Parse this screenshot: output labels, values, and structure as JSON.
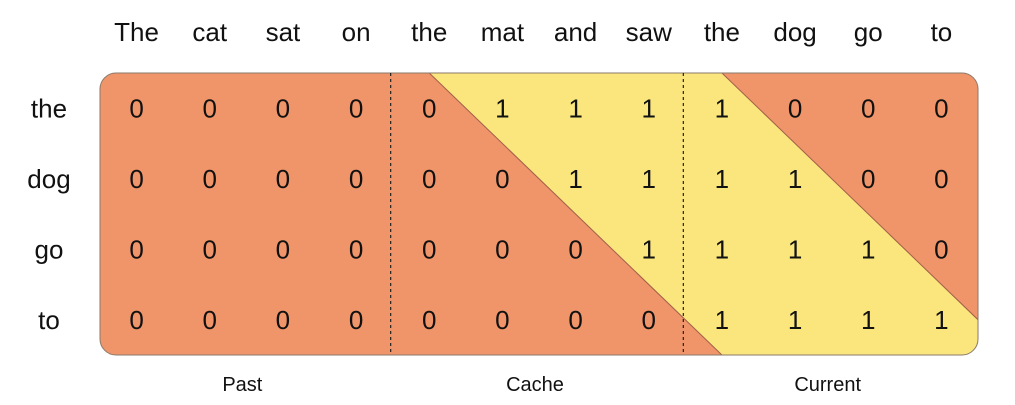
{
  "columns": [
    "The",
    "cat",
    "sat",
    "on",
    "the",
    "mat",
    "and",
    "saw",
    "the",
    "dog",
    "go",
    "to"
  ],
  "rows": [
    "the",
    "dog",
    "go",
    "to"
  ],
  "matrix": [
    [
      0,
      0,
      0,
      0,
      0,
      1,
      1,
      1,
      1,
      0,
      0,
      0
    ],
    [
      0,
      0,
      0,
      0,
      0,
      0,
      1,
      1,
      1,
      1,
      0,
      0
    ],
    [
      0,
      0,
      0,
      0,
      0,
      0,
      0,
      1,
      1,
      1,
      1,
      0
    ],
    [
      0,
      0,
      0,
      0,
      0,
      0,
      0,
      0,
      1,
      1,
      1,
      1
    ]
  ],
  "sections": [
    {
      "label": "Past",
      "span": 4
    },
    {
      "label": "Cache",
      "span": 4
    },
    {
      "label": "Current",
      "span": 4
    }
  ],
  "colors": {
    "zero_region": "#F09469",
    "one_region": "#FBE67D",
    "border": "#8a7a6a",
    "divider": "#222222",
    "text": "#111111"
  }
}
